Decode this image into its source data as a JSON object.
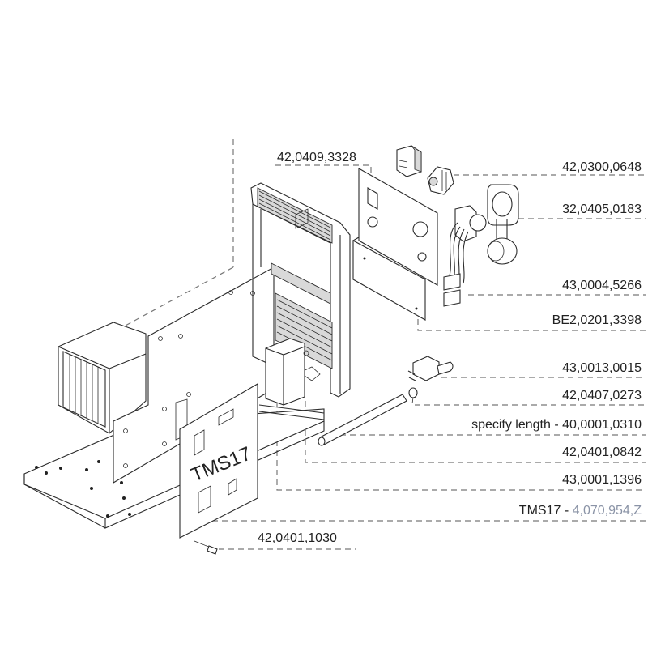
{
  "diagram": {
    "type": "exploded-parts-view",
    "panel_marking": "TMS17",
    "parts": [
      {
        "id": "panel-frame",
        "part_number": "42,0409,3328"
      },
      {
        "id": "rocker-switch",
        "part_number": "42,0300,0648"
      },
      {
        "id": "socket-cap",
        "part_number": "32,0405,0183"
      },
      {
        "id": "wire-harness",
        "part_number": "43,0004,5266"
      },
      {
        "id": "front-plate",
        "part_number": "BE2,0201,3398"
      },
      {
        "id": "solenoid-valve",
        "part_number": "43,0013,0015"
      },
      {
        "id": "hose-clamp",
        "part_number": "42,0407,0273"
      },
      {
        "id": "gas-hose",
        "prefix": "specify length - ",
        "part_number": "40,0001,0310"
      },
      {
        "id": "strain-relief",
        "part_number": "42,0401,0842"
      },
      {
        "id": "transformer",
        "part_number": "43,0001,1396"
      },
      {
        "id": "tms17-label",
        "prefix": "TMS17 - ",
        "part_number": "4,070,954,Z",
        "is_link": true
      },
      {
        "id": "screw",
        "part_number": "42,0401,1030"
      }
    ]
  },
  "colors": {
    "text": "#222222",
    "link": "#8a93a6",
    "leader_line": "#777777",
    "drawing": "#2b2b2b"
  }
}
